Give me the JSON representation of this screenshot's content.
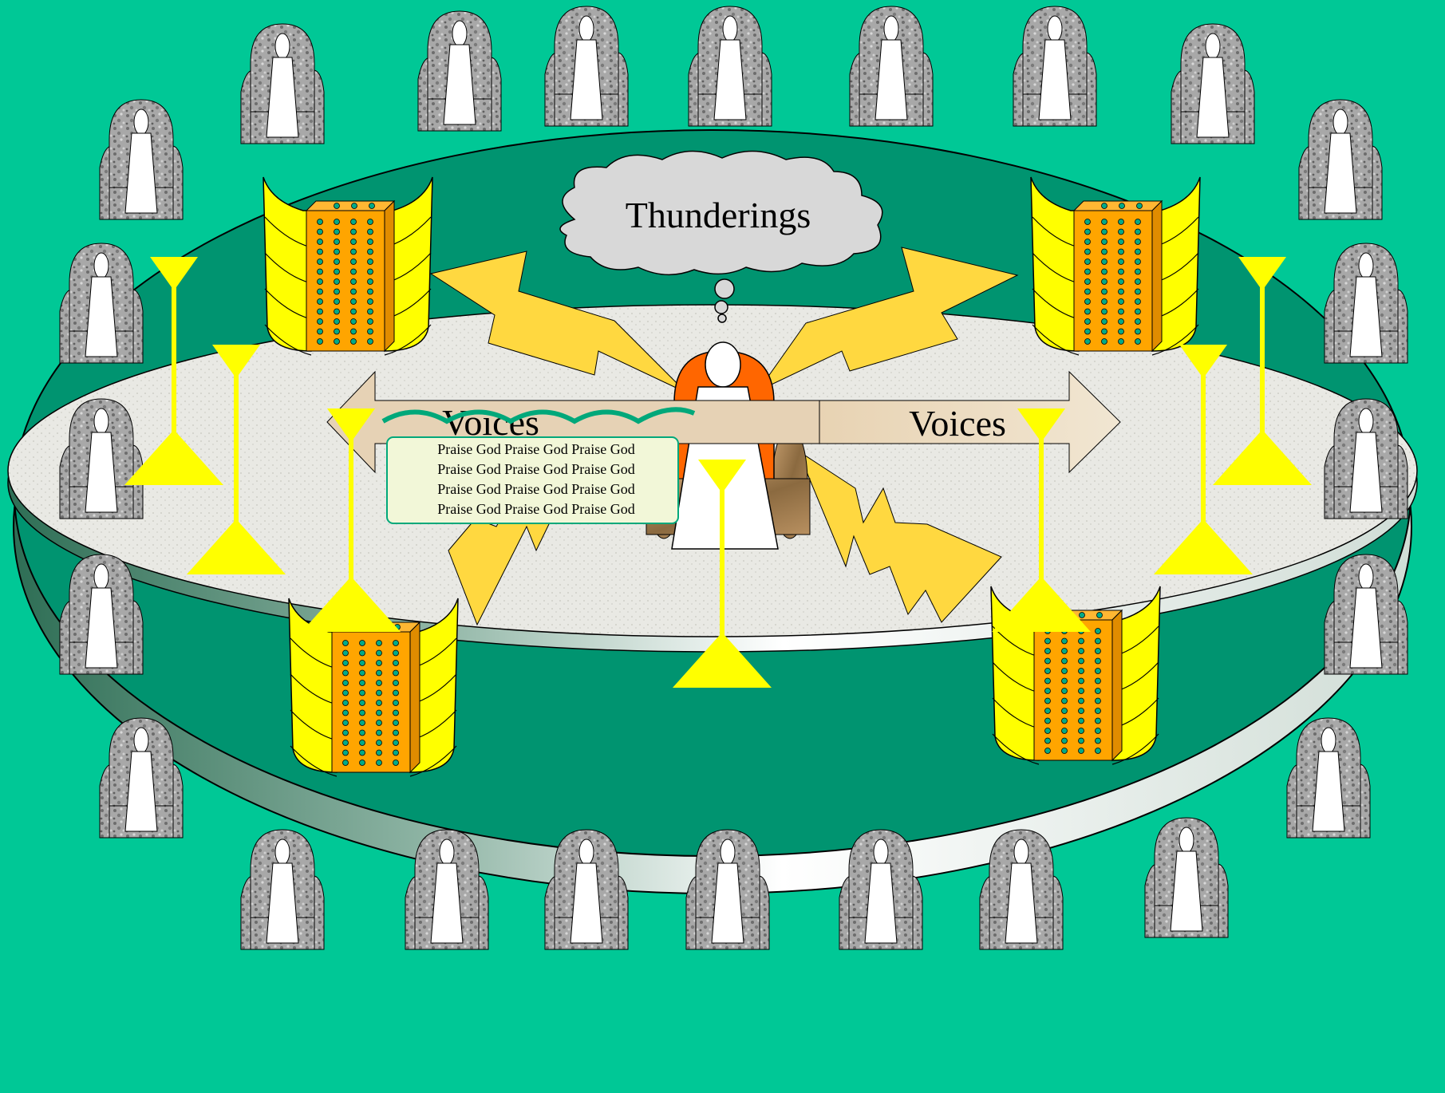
{
  "scene": {
    "thunder_label": "Thunderings",
    "voices_left_label": "Voices",
    "voices_right_label": "Voices",
    "scroll_lines": [
      "Praise God Praise God Praise God",
      "Praise God Praise God Praise God",
      "Praise God Praise God Praise God",
      "Praise God Praise God Praise God"
    ]
  },
  "colors": {
    "background": "#00c896",
    "platform_rim": "#009470",
    "floor": "#e6e6e0",
    "lightning": "#ffd840",
    "lamp": "#ffff00",
    "beast_wing": "#ffff00",
    "beast_body": "#ffa500",
    "throne_back": "#ff6600",
    "elder_seat": "#9a9a9a"
  }
}
